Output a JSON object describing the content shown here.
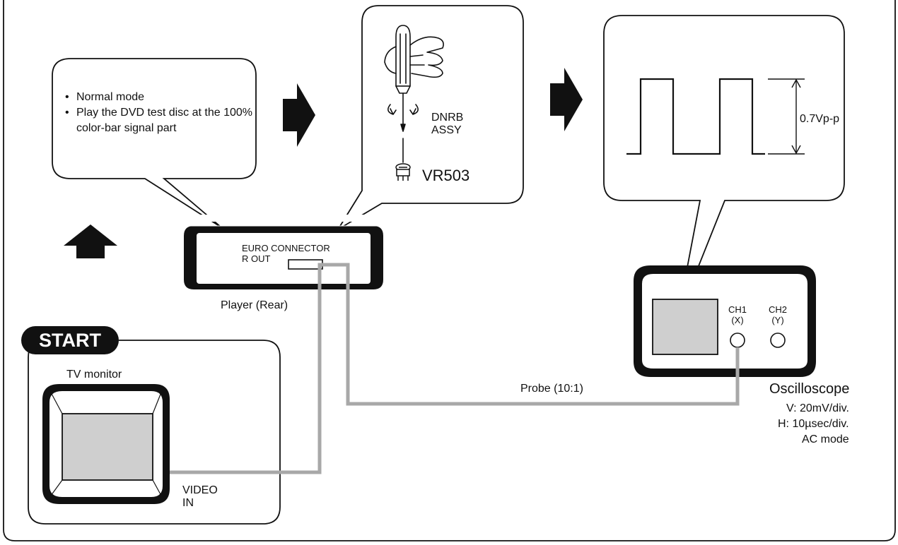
{
  "callout_left": {
    "items": [
      "Normal mode",
      "Play the DVD test disc at the 100% color-bar signal part"
    ]
  },
  "adjustment": {
    "board": "DNRB ASSY",
    "board_line1": "DNRB",
    "board_line2": "ASSY",
    "control": "VR503"
  },
  "waveform": {
    "amplitude": "0.7Vp-p"
  },
  "player": {
    "connector_line1": "EURO CONNECTOR",
    "connector_line2": "R OUT",
    "label": "Player (Rear)"
  },
  "start_badge": "START",
  "tv": {
    "label": "TV monitor",
    "input_line1": "VIDEO",
    "input_line2": "IN"
  },
  "probe": "Probe (10:1)",
  "oscilloscope": {
    "ch1_line1": "CH1",
    "ch1_line2": "(X)",
    "ch2_line1": "CH2",
    "ch2_line2": "(Y)",
    "title": "Oscilloscope",
    "settings": [
      "V: 20mV/div.",
      "H: 10µsec/div.",
      "AC mode"
    ]
  },
  "colors": {
    "ink": "#111111",
    "cable": "#a8a8a8",
    "screen": "#cfcfcf"
  }
}
